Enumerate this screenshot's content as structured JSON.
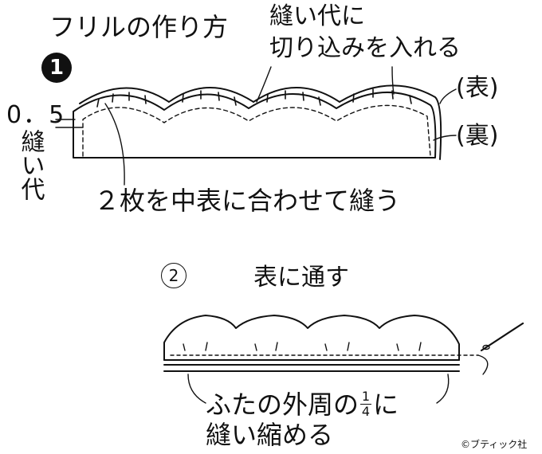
{
  "title": "フリルの作り方",
  "step1": {
    "number": "1",
    "note_cut_line1": "縫い代に",
    "note_cut_line2": "切り込みを入れる",
    "label_front": "(表)",
    "label_back": "(裏)",
    "seam_width": "0．5",
    "seam_label": "縫い代",
    "instruction": "２枚を中表に合わせて縫う"
  },
  "step2": {
    "number": "2",
    "title": "表に通す",
    "instruction_before": "ふたの外周の",
    "fraction_numerator": "1",
    "fraction_denominator": "4",
    "instruction_after": "に",
    "instruction_line2": "縫い縮める"
  },
  "copyright": "©ブティック社"
}
